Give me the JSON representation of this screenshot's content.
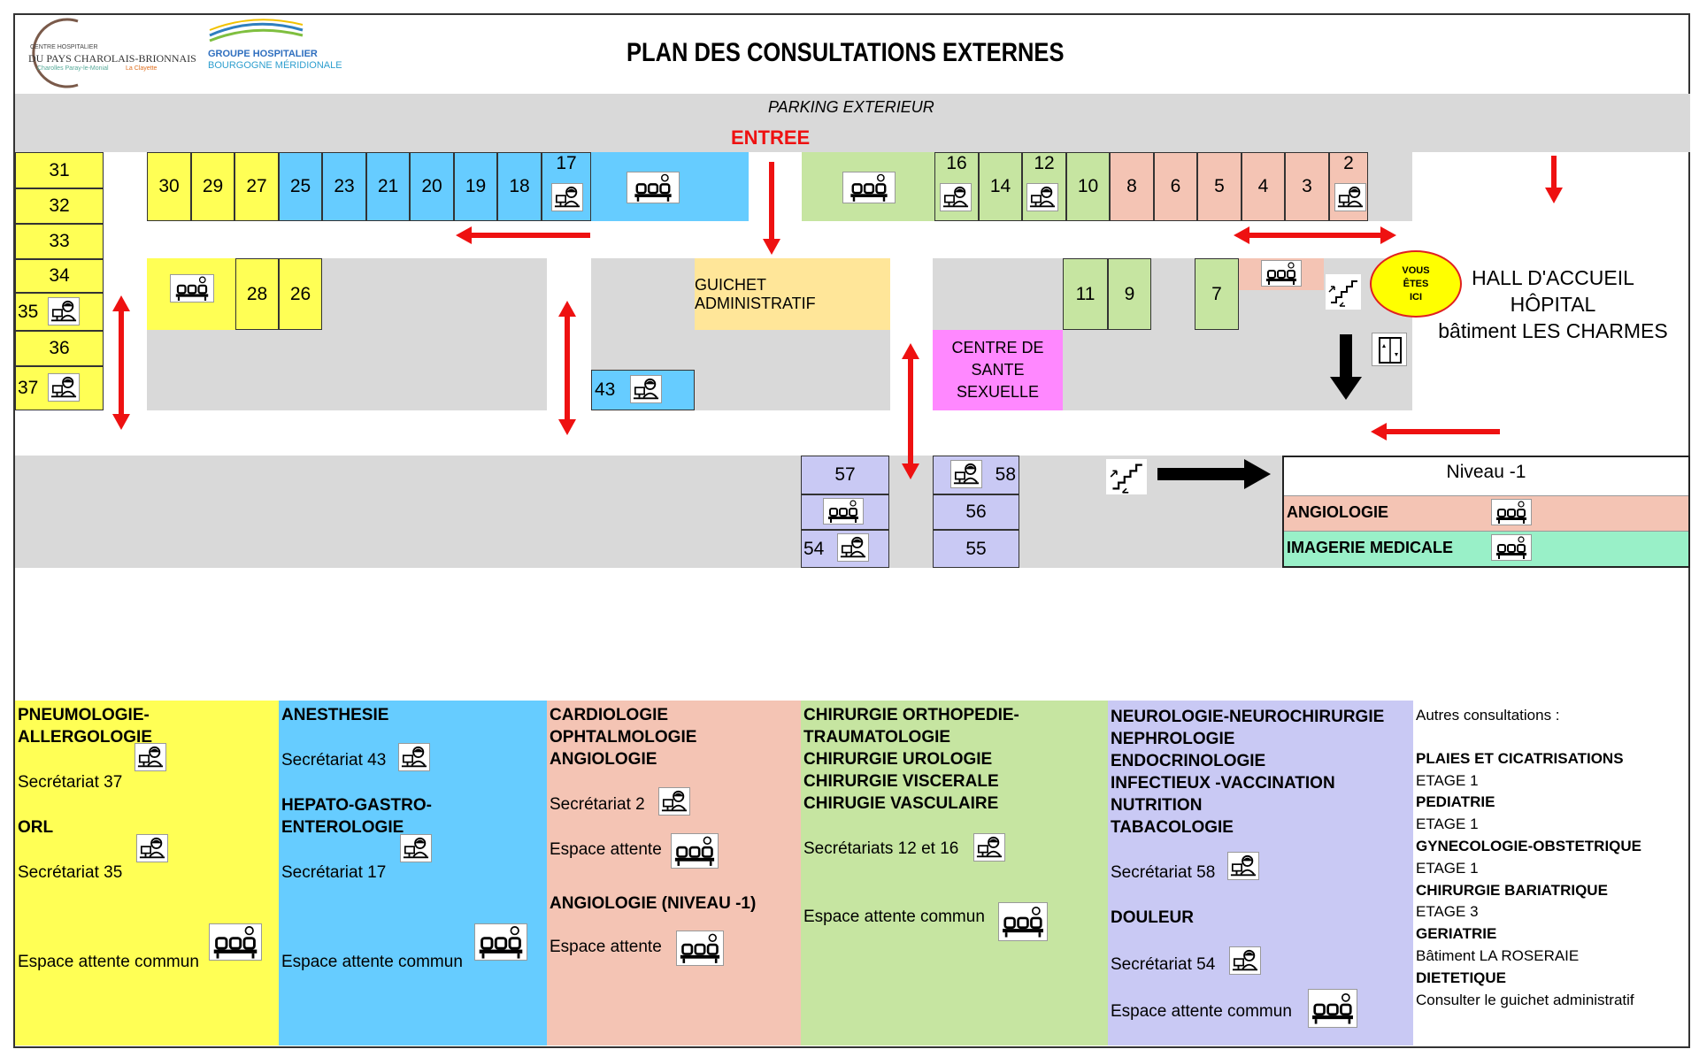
{
  "header": {
    "title": "PLAN DES CONSULTATIONS EXTERNES",
    "logo1_small": "CENTRE HOSPITALIER",
    "logo1_main": "DU PAYS CHAROLAIS-BRIONNAIS",
    "logo1_sub_a": "Charolles Paray-le-Monial",
    "logo1_sub_b": "La Clayette",
    "logo2_a": "GROUPE HOSPITALIER",
    "logo2_b": "BOURGOGNE MÉRIDIONALE"
  },
  "map": {
    "parking": "PARKING EXTERIEUR",
    "entree": "ENTREE",
    "guichet": "GUICHET ADMINISTRATIF",
    "sante_1": "CENTRE DE",
    "sante_2": "SANTE",
    "sante_3": "SEXUELLE",
    "vous_1": "VOUS",
    "vous_2": "ÊTES",
    "vous_3": "ICI",
    "hall_1": "HALL D'ACCUEIL",
    "hall_2": "HÔPITAL",
    "hall_3": "bâtiment LES CHARMES",
    "niveau": "Niveau -1",
    "angiologie": "ANGIOLOGIE",
    "imagerie": "IMAGERIE MEDICALE",
    "rooms": {
      "r31": "31",
      "r32": "32",
      "r33": "33",
      "r34": "34",
      "r35": "35",
      "r36": "36",
      "r37": "37",
      "r30": "30",
      "r29": "29",
      "r27": "27",
      "r25": "25",
      "r23": "23",
      "r21": "21",
      "r20": "20",
      "r19": "19",
      "r18": "18",
      "r17": "17",
      "r16": "16",
      "r14": "14",
      "r12": "12",
      "r10": "10",
      "r8": "8",
      "r6": "6",
      "r5": "5",
      "r4": "4",
      "r3": "3",
      "r2": "2",
      "r28": "28",
      "r26": "26",
      "r43": "43",
      "r11": "11",
      "r9": "9",
      "r7": "7",
      "r57": "57",
      "r58": "58",
      "r56": "56",
      "r55": "55",
      "r54": "54"
    }
  },
  "legend": {
    "pneumo": {
      "t1": "PNEUMOLOGIE-ALLERGOLOGIE",
      "s1": "Secrétariat 37",
      "t2": "ORL",
      "s2": "Secrétariat 35",
      "w": "Espace attente commun"
    },
    "anesth": {
      "t1": "ANESTHESIE",
      "s1": "Secrétariat 43",
      "t2": "HEPATO-GASTRO-ENTEROLOGIE",
      "s2": "Secrétariat 17",
      "w": "Espace attente commun"
    },
    "cardio": {
      "t1": "CARDIOLOGIE",
      "t2": "OPHTALMOLOGIE",
      "t3": "ANGIOLOGIE",
      "s1": "Secrétariat 2",
      "w1": "Espace attente",
      "t4": "ANGIOLOGIE (NIVEAU -1)",
      "w2": "Espace attente"
    },
    "chir": {
      "t1": "CHIRURGIE ORTHOPEDIE-",
      "t2": "TRAUMATOLOGIE",
      "t3": "CHIRURGIE UROLOGIE",
      "t4": "CHIRURGIE VISCERALE",
      "t5": "CHIRUGIE VASCULAIRE",
      "s1": "Secrétariats 12 et 16",
      "w": "Espace attente commun"
    },
    "neuro": {
      "t1": "NEUROLOGIE-NEUROCHIRURGIE",
      "t2": "NEPHROLOGIE",
      "t3": "ENDOCRINOLOGIE",
      "t4": "INFECTIEUX -VACCINATION",
      "t5": "NUTRITION",
      "t6": "TABACOLOGIE",
      "s1": "Secrétariat 58",
      "t7": "DOULEUR",
      "s2": "Secrétariat 54",
      "w": "Espace attente commun"
    },
    "autres": {
      "head": "Autres consultations :",
      "a1": "PLAIES ET CICATRISATIONS",
      "a1e": "ETAGE 1",
      "a2": "PEDIATRIE",
      "a2e": "ETAGE 1",
      "a3": "GYNECOLOGIE-OBSTETRIQUE",
      "a3e": "ETAGE 1",
      "a4": "CHIRURGIE BARIATRIQUE",
      "a4e": "ETAGE 3",
      "a5": "GERIATRIE",
      "a5e": "Bâtiment LA ROSERAIE",
      "a6": "DIETETIQUE",
      "a6e": "Consulter le guichet administratif"
    }
  },
  "colors": {
    "yellow": "#ffff55",
    "blue": "#66ccff",
    "green": "#c6e5a1",
    "pink": "#f4c4b4",
    "lavender": "#c9c9f4",
    "magenta": "#ff88ff",
    "guichet": "#ffe699",
    "imagerie": "#99f0c8",
    "arrow": "#ee1111",
    "vous_ici": "#ffff00"
  },
  "icons": [
    "waiting-room-icon",
    "secretariat-icon",
    "stairs-icon",
    "elevator-icon",
    "red-arrow-icon",
    "black-arrow-icon"
  ]
}
